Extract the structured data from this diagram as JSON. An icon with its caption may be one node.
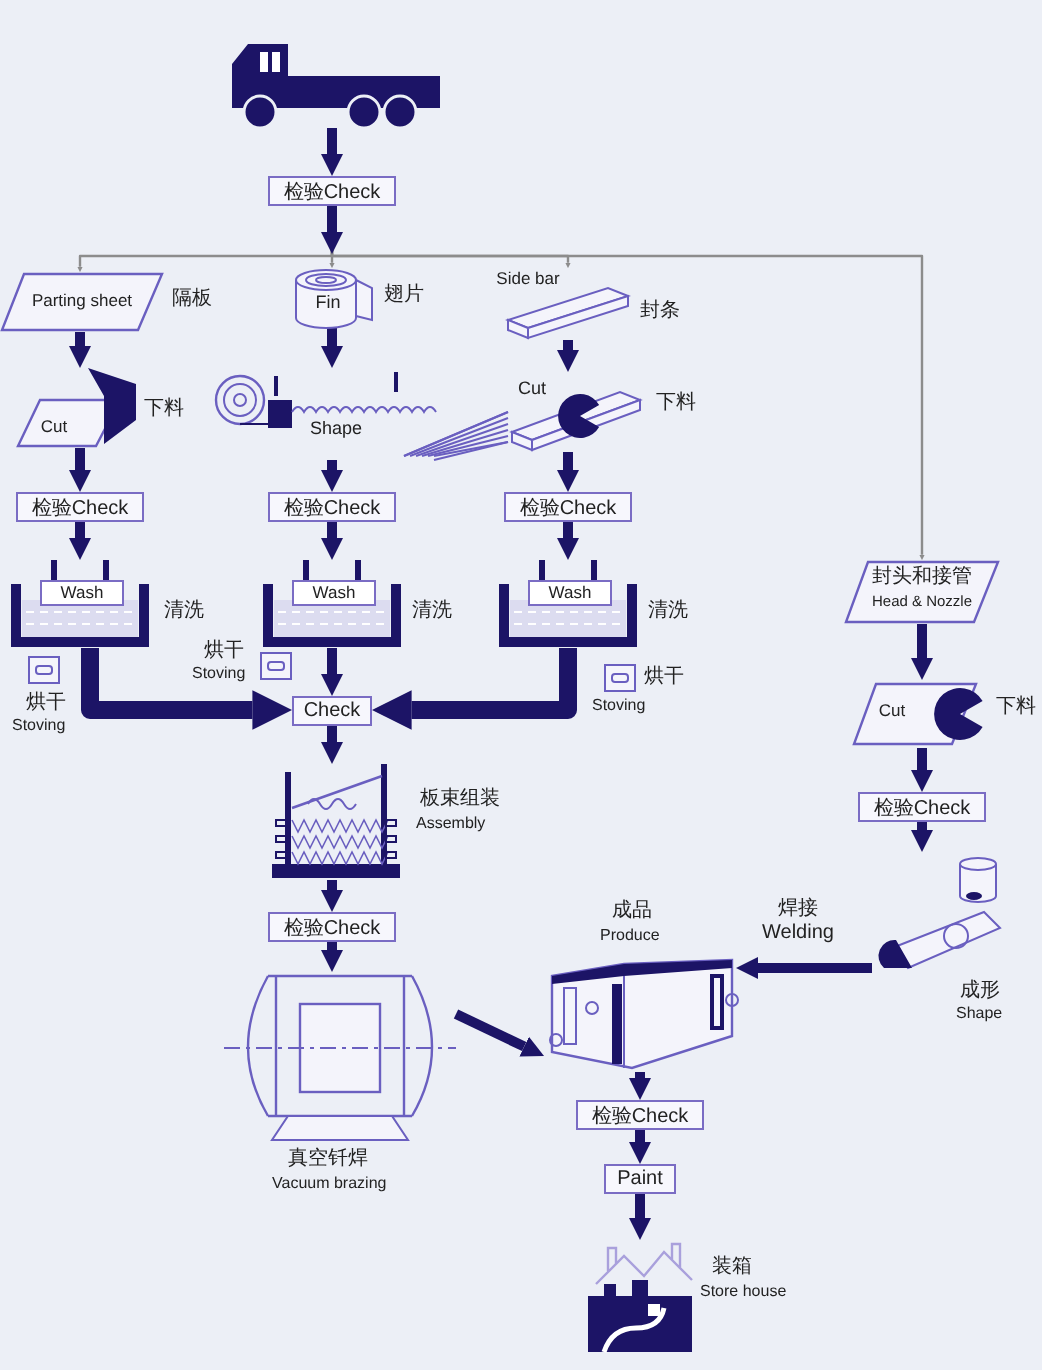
{
  "diagram": {
    "nodes": [
      {
        "text": [],
        "shape": "picture"
      },
      {
        "text": [
          "检验Check"
        ]
      },
      {
        "text": [
          "Parting sheet"
        ],
        "beside": [
          "隔板"
        ]
      },
      {
        "text": [
          "Cut"
        ],
        "beside": [
          "下料"
        ]
      },
      {
        "text": [
          "检验Check"
        ]
      },
      {
        "text": [
          "Wash"
        ],
        "beside": [
          "清洗"
        ]
      },
      {
        "text": [],
        "shape": "box",
        "beside": [
          "烘干",
          "Stoving"
        ]
      },
      {
        "text": [
          "Fin"
        ],
        "beside": [
          "翅片"
        ]
      },
      {
        "text": [
          "Shape"
        ]
      },
      {
        "text": [
          "检验Check"
        ]
      },
      {
        "text": [
          "Wash"
        ],
        "beside": [
          "清洗"
        ]
      },
      {
        "text": [],
        "shape": "box",
        "beside": [
          "烘干",
          "Stoving"
        ]
      },
      {
        "text": [
          "Check"
        ]
      },
      {
        "text": [
          "Side bar"
        ],
        "beside": [
          "封条"
        ]
      },
      {
        "text": [
          "Cut"
        ],
        "beside": [
          "下料"
        ]
      },
      {
        "text": [
          "检验Check"
        ]
      },
      {
        "text": [
          "Wash"
        ],
        "beside": [
          "清洗"
        ]
      },
      {
        "text": [],
        "shape": "box",
        "beside": [
          "烘干",
          "Stoving"
        ]
      },
      {
        "text": [],
        "shape": "picture",
        "beside": [
          "板束组装",
          "Assembly"
        ]
      },
      {
        "text": [
          "检验Check"
        ]
      },
      {
        "text": [],
        "shape": "picture",
        "beside": [
          "真空钎焊",
          "Vacuum brazing"
        ]
      },
      {
        "text": [
          "封头和接管",
          "Head & Nozzle"
        ]
      },
      {
        "text": [
          "Cut"
        ],
        "beside": [
          "下料"
        ]
      },
      {
        "text": [
          "检验Check"
        ]
      },
      {
        "text": [],
        "shape": "picture",
        "beside": [
          "成形",
          "Shape"
        ]
      },
      {
        "text": [],
        "shape": "picture",
        "beside": [
          "成品",
          "Produce"
        ]
      },
      {
        "text": [
          "检验Check"
        ]
      },
      {
        "text": [
          "Paint"
        ]
      },
      {
        "text": [],
        "shape": "picture",
        "beside": [
          "装箱",
          "Store house"
        ]
      }
    ],
    "edges": [
      {
        "from": 0,
        "to": 1,
        "arrow": "to"
      },
      {
        "from": 1,
        "to": 2,
        "arrow": "to",
        "color": "#8c8c8c"
      },
      {
        "from": 1,
        "to": 7,
        "arrow": "to",
        "color": "#8c8c8c"
      },
      {
        "from": 1,
        "to": 13,
        "arrow": "to",
        "color": "#8c8c8c"
      },
      {
        "from": 1,
        "to": 21,
        "arrow": "to",
        "color": "#8c8c8c"
      },
      {
        "from": 2,
        "to": 3,
        "arrow": "to"
      },
      {
        "from": 3,
        "to": 4,
        "arrow": "to"
      },
      {
        "from": 4,
        "to": 5,
        "arrow": "to"
      },
      {
        "from": 5,
        "to": 12,
        "arrow": "to",
        "style": "thick"
      },
      {
        "from": 7,
        "to": 8,
        "arrow": "to"
      },
      {
        "from": 8,
        "to": 9,
        "arrow": "to"
      },
      {
        "from": 9,
        "to": 10,
        "arrow": "to"
      },
      {
        "from": 10,
        "to": 12,
        "arrow": "to"
      },
      {
        "from": 16,
        "to": 12,
        "arrow": "to",
        "style": "thick"
      },
      {
        "from": 13,
        "to": 14,
        "arrow": "to"
      },
      {
        "from": 14,
        "to": 15,
        "arrow": "to"
      },
      {
        "from": 15,
        "to": 16,
        "arrow": "to"
      },
      {
        "from": 12,
        "to": 18,
        "arrow": "to"
      },
      {
        "from": 18,
        "to": 19,
        "arrow": "to"
      },
      {
        "from": 19,
        "to": 20,
        "arrow": "to"
      },
      {
        "from": 20,
        "to": 25,
        "arrow": "to"
      },
      {
        "from": 21,
        "to": 22,
        "arrow": "to"
      },
      {
        "from": 22,
        "to": 23,
        "arrow": "to"
      },
      {
        "from": 23,
        "to": 24,
        "arrow": "to"
      },
      {
        "from": 24,
        "to": 25,
        "arrow": "to",
        "label": "焊接 Welding"
      },
      {
        "from": 25,
        "to": 26,
        "arrow": "to"
      },
      {
        "from": 26,
        "to": 27,
        "arrow": "to"
      },
      {
        "from": 27,
        "to": 28,
        "arrow": "to"
      }
    ]
  }
}
